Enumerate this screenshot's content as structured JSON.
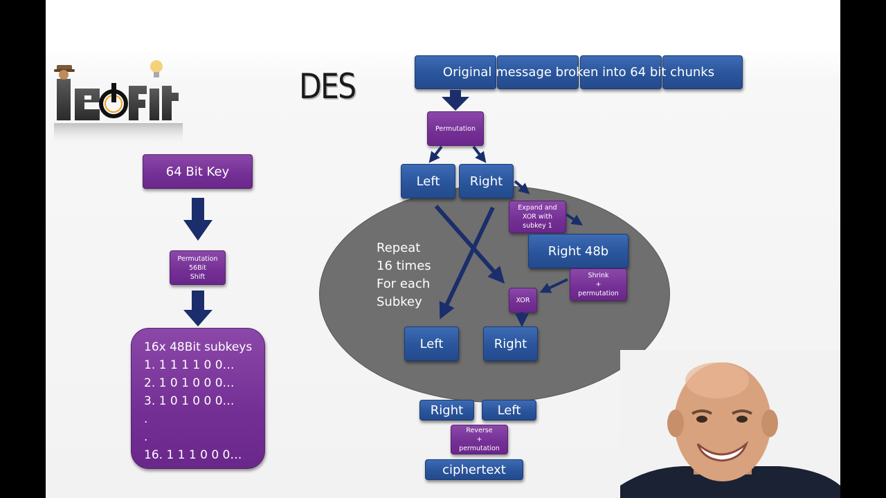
{
  "slide": {
    "title": "DES",
    "logo_text": "ieofit"
  },
  "message": {
    "label": "Original message broken into 64 bit chunks",
    "chunks": 4
  },
  "round": {
    "permutation": "Permutation",
    "left": "Left",
    "right": "Right",
    "expand": [
      "Expand and",
      "XOR with",
      "subkey 1"
    ],
    "right48": "Right 48b",
    "shrink": [
      "Shrink",
      "+",
      "permutation"
    ],
    "xor": "XOR",
    "left_out": "Left",
    "right_out": "Right",
    "repeat": [
      "Repeat",
      "16 times",
      "For each",
      "Subkey"
    ]
  },
  "final": {
    "right": "Right",
    "left": "Left",
    "reverse": [
      "Reverse",
      "+",
      "permutation"
    ],
    "ciphertext": "ciphertext"
  },
  "key": {
    "key_label": "64 Bit Key",
    "perm": [
      "Permutation",
      "56Bit",
      "Shift"
    ],
    "subkeys_title": "16x 48Bit subkeys",
    "subkeys": [
      "1. 1 1 1 1 0 0…",
      "2. 1 0 1 0 0 0…",
      "3. 1 0 1 0 0 0…",
      ".",
      ".",
      "16. 1 1 1 0 0 0…"
    ]
  },
  "colors": {
    "blue": "#2a559c",
    "purple": "#742f95",
    "arrow": "#1b2e6b",
    "ellipse": "#6f6f6f"
  }
}
